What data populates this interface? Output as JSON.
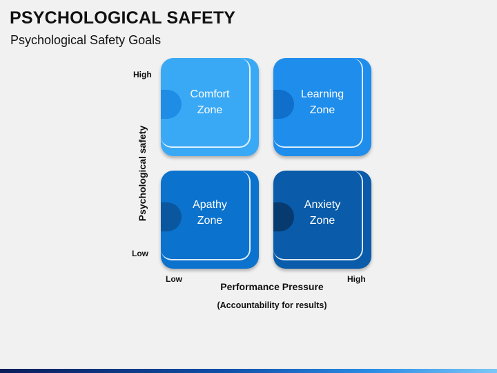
{
  "header": {
    "title": "PSYCHOLOGICAL SAFETY",
    "subtitle": "Psychological Safety Goals"
  },
  "axes": {
    "y_label": "Psychological safety",
    "y_high": "High",
    "y_low": "Low",
    "x_label": "Performance Pressure",
    "x_sublabel": "(Accountability for results)",
    "x_low": "Low",
    "x_high": "High"
  },
  "quadrants": {
    "comfort": {
      "label": "Comfort\nZone",
      "color": "#3aa9f5"
    },
    "learning": {
      "label": "Learning\nZone",
      "color": "#1e8deb"
    },
    "apathy": {
      "label": "Apathy\nZone",
      "color": "#0b72cd"
    },
    "anxiety": {
      "label": "Anxiety\nZone",
      "color": "#0a5ba9"
    }
  },
  "colors": {
    "background": "#f1f1f1",
    "bar_start": "#0a1e5a",
    "bar_end": "#7cc7f6"
  }
}
